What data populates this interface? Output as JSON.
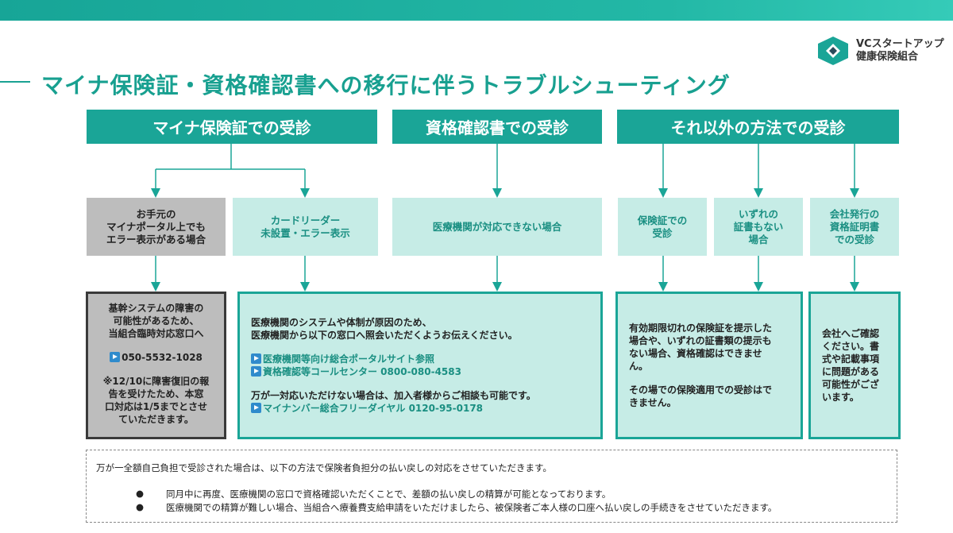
{
  "logo": {
    "line1": "VCスタートアップ",
    "line2": "健康保険組合"
  },
  "title": "マイナ保険証・資格確認書への移行に伴うトラブルシューティング",
  "headers": {
    "mynacard": "マイナ保険証での受診",
    "certificate": "資格確認書での受診",
    "other": "それ以外の方法での受診"
  },
  "cases": {
    "portal_error": {
      "line1": "お手元の",
      "line2": "マイナポータル上でも",
      "line3": "エラー表示がある場合"
    },
    "card_reader": {
      "line1": "カードリーダー",
      "line2": "未設置・エラー表示"
    },
    "clinic_unable": "医療機関が対応できない場合",
    "insurance_card": {
      "line1": "保険証での",
      "line2": "受診"
    },
    "no_certificate": {
      "line1": "いずれの",
      "line2": "証書もない",
      "line3": "場合"
    },
    "company_cert": {
      "line1": "会社発行の",
      "line2": "資格証明書",
      "line3": "での受診"
    }
  },
  "outcomes": {
    "system_failure": {
      "line1": "基幹システムの障害の",
      "line2": "可能性があるため、",
      "line3": "当組合臨時対応窓口へ",
      "phone": "050-5532-1028",
      "note1": "※12/10に障害復旧の報",
      "note2": "告を受けたため、本窓",
      "note3": "口対応は1/5までとさせ",
      "note4": "ていただきます。"
    },
    "clinic_inquiry": {
      "line1": "医療機関のシステムや体制が原因のため、",
      "line2": "医療機関から以下の窓口へ照会いただくようお伝えください。",
      "link1": "医療機関等向け総合ポータルサイト参照",
      "link2": "資格確認等コールセンター 0800-080-4583",
      "line3": "万が一対応いただけない場合は、加入者様からご相談も可能です。",
      "link3": "マイナンバー総合フリーダイヤル 0120-95-0178"
    },
    "expired_card": {
      "line1": "有効期限切れの保険証を提示した",
      "line2": "場合や、いずれの証書類の提示も",
      "line3": "ない場合、資格確認はできませ",
      "line4": "ん。",
      "line5": "その場での保険適用での受診はで",
      "line6": "きません。"
    },
    "company_check": {
      "line1": "会社へご確認",
      "line2": "ください。書",
      "line3": "式や記載事項",
      "line4": "に問題がある",
      "line5": "可能性がござ",
      "line6": "います。"
    }
  },
  "note": {
    "intro": "万が一全額自己負担で受診された場合は、以下の方法で保険者負担分の払い戻しの対応をさせていただきます。",
    "bullet_symbol": "●",
    "bullet1": "同月中に再度、医療機関の窓口で資格確認いただくことで、差額の払い戻しの精算が可能となっております。",
    "bullet2": "医療機関での精算が難しい場合、当組合へ療養費支給申請をいただけましたら、被保険者ご本人様の口座へ払い戻しの手続きをさせていただきます。"
  },
  "colors": {
    "teal": "#1aa597",
    "mint": "#c6ece6",
    "gray": "#bdbdbd",
    "link": "#1a8f82"
  }
}
